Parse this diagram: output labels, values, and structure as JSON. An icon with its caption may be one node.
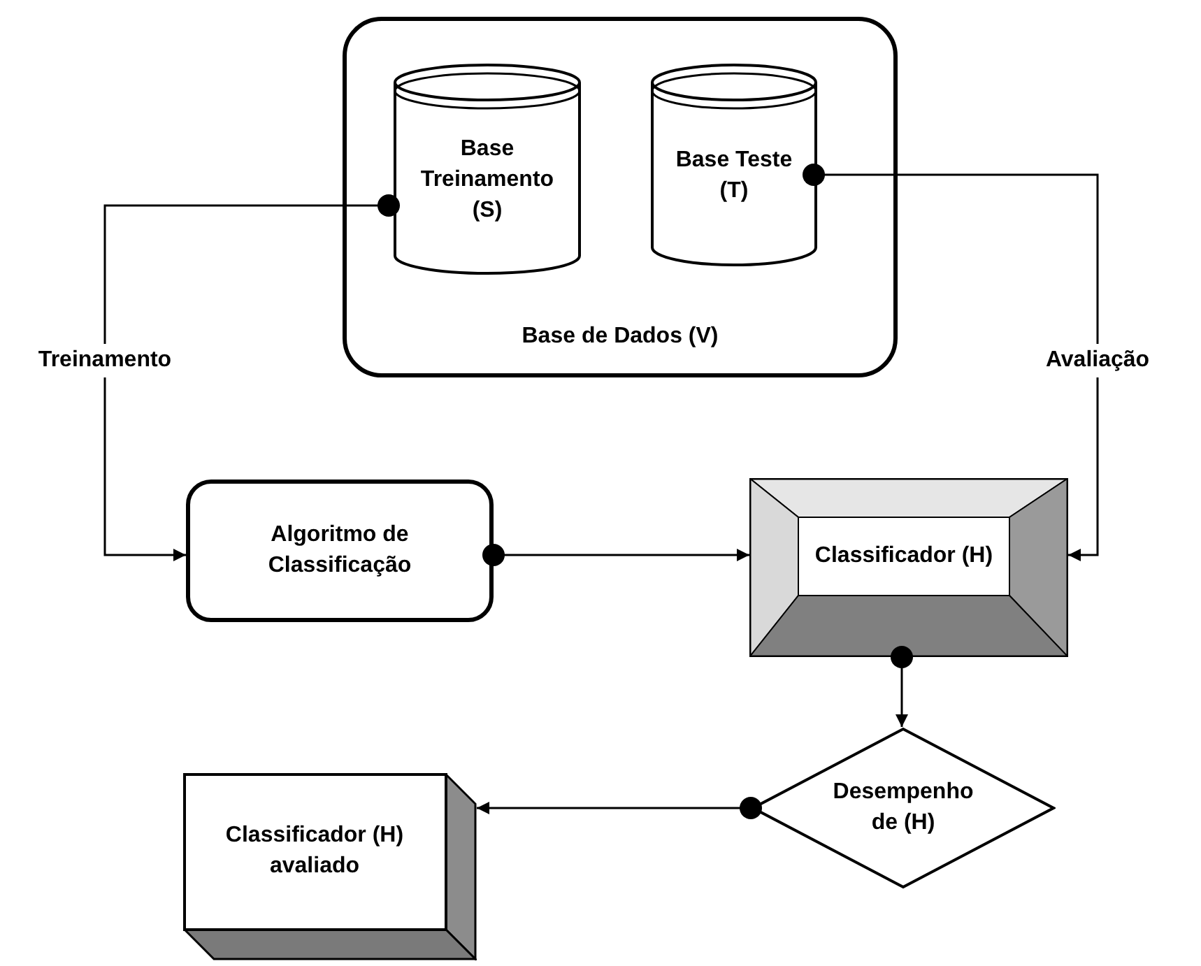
{
  "diagram": {
    "nodes": [
      {
        "text": [
          "Base de Dados (V)"
        ]
      },
      {
        "text": [
          "Base Treinamento (S)"
        ],
        "in": 0
      },
      {
        "text": [
          "Base Teste (T)"
        ],
        "in": 0
      },
      {
        "text": [
          "Algoritmo de Classificação"
        ]
      },
      {
        "text": [
          "Classificador (H)"
        ]
      },
      {
        "text": [
          "Desempenho de (H)"
        ]
      },
      {
        "text": [
          "Classificador (H) avaliado"
        ]
      }
    ],
    "edges": [
      {
        "from": 1,
        "to": 3,
        "arrow": "to",
        "label": "Treinamento"
      },
      {
        "from": 2,
        "to": 4,
        "arrow": "to",
        "label": "Avaliação"
      },
      {
        "from": 3,
        "to": 4,
        "arrow": "to"
      },
      {
        "from": 4,
        "to": 5,
        "arrow": "to"
      },
      {
        "from": 5,
        "to": 6,
        "arrow": "to"
      }
    ]
  }
}
